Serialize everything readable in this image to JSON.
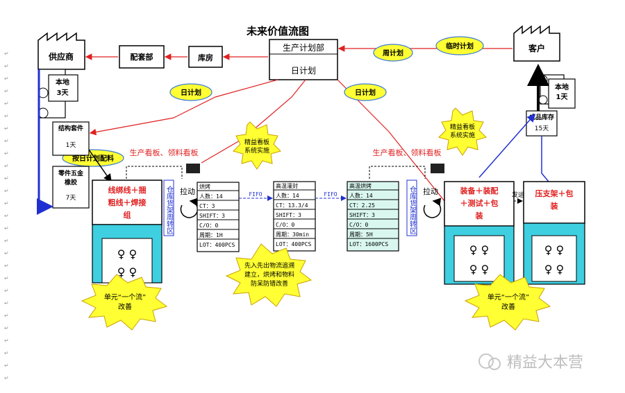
{
  "title": "未来价值流图",
  "supplier": "供应商",
  "customer": "客户",
  "prod_plan": {
    "title": "生产计划部",
    "daily": "日计划"
  },
  "kit": "配套部",
  "warehouse": "库房",
  "bubbles": {
    "weekly": "周计划",
    "temp": "临时计划",
    "daily_left": "日计划",
    "daily_right": "日计划",
    "pick": "按日计划配料"
  },
  "inv": {
    "local_supplier": [
      "本地",
      "3天"
    ],
    "local_customer": [
      "本地",
      "1天"
    ],
    "structure": [
      "结构套件",
      "1天"
    ],
    "parts": [
      "零件五金",
      "橡胶",
      "7天"
    ],
    "finished": [
      "成品库存",
      "15天"
    ]
  },
  "kanban_label": "生产看板、领料看板",
  "pull_label": "拉动",
  "fifo": "FIFO",
  "ship": "发运",
  "supermarket": "仓库货架周转区",
  "processes": [
    {
      "name": [
        "线绑线＋捆",
        "粗线＋焊接",
        "组"
      ],
      "data": [
        "烘烤",
        "人数：14",
        "CT：3",
        "SHIFT：3",
        "C/O：0",
        "周期：1H",
        "LOT：400PCS"
      ]
    },
    {
      "name": [
        "装备＋装配",
        "＋测试＋包",
        "装"
      ],
      "data": [
        "高温灌封",
        "人数：14",
        "CT：13.3/4",
        "SHIFT：3",
        "C/O：0",
        "周期：30min",
        "LOT：400PCS"
      ]
    },
    {
      "name": [
        "压支架＋包",
        "装"
      ],
      "data": [
        "高温烘烤",
        "人数：14",
        "CT：2.25",
        "SHIFT：3",
        "C/O：0",
        "周期：5H",
        "LOT：1600PCS"
      ]
    }
  ],
  "kaizen": {
    "fifo_setup": [
      "精益看板",
      "系统实施"
    ],
    "kanban_launch": [
      "精益看板",
      "系统实施"
    ],
    "cell_left": [
      "单元“一个流”",
      "改善"
    ],
    "cell_right": [
      "单元“一个流”",
      "改善"
    ],
    "fifo_middle": [
      "先入先出物流追溯",
      "建立，烘烤和物料",
      "防呆防错改善"
    ]
  },
  "watermark": "精益大本营"
}
